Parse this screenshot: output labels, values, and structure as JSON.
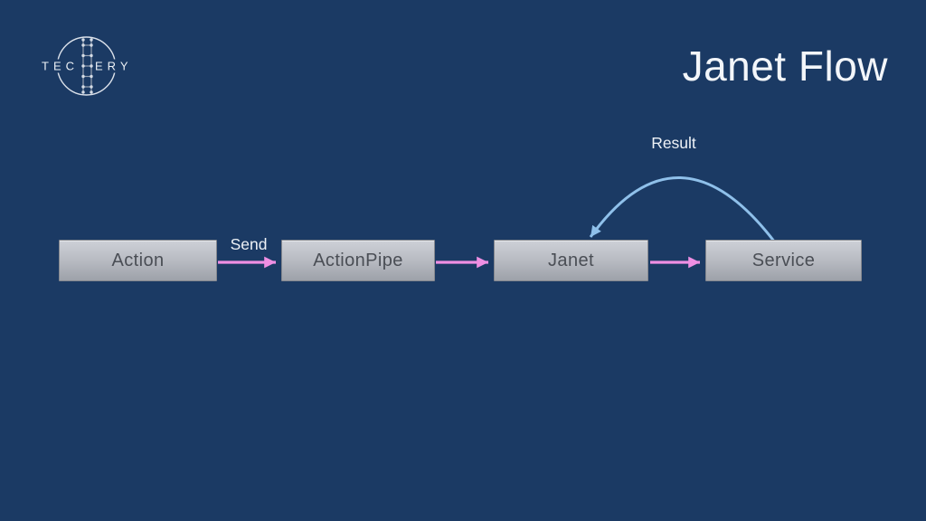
{
  "slide": {
    "title": "Janet Flow"
  },
  "logo": {
    "wordmark": "TECHERY",
    "text_left": "TEC",
    "text_right": "ERY"
  },
  "diagram": {
    "nodes": [
      {
        "id": "action",
        "label": "Action"
      },
      {
        "id": "actionpipe",
        "label": "ActionPipe"
      },
      {
        "id": "janet",
        "label": "Janet"
      },
      {
        "id": "service",
        "label": "Service"
      }
    ],
    "edges": [
      {
        "from": "Action",
        "to": "ActionPipe",
        "label": "Send",
        "type": "straight"
      },
      {
        "from": "ActionPipe",
        "to": "Janet",
        "label": "",
        "type": "straight"
      },
      {
        "from": "Janet",
        "to": "Service",
        "label": "",
        "type": "straight"
      },
      {
        "from": "Service",
        "to": "Janet",
        "label": "Result",
        "type": "arc"
      }
    ]
  },
  "colors": {
    "background": "#1b3a64",
    "arrow_pink": "#ef8fe3",
    "result_arc_blue": "#8fc0ea",
    "box_text": "#4a4e55",
    "title_text": "#f3f6fa",
    "label_text": "#eef2f7"
  }
}
